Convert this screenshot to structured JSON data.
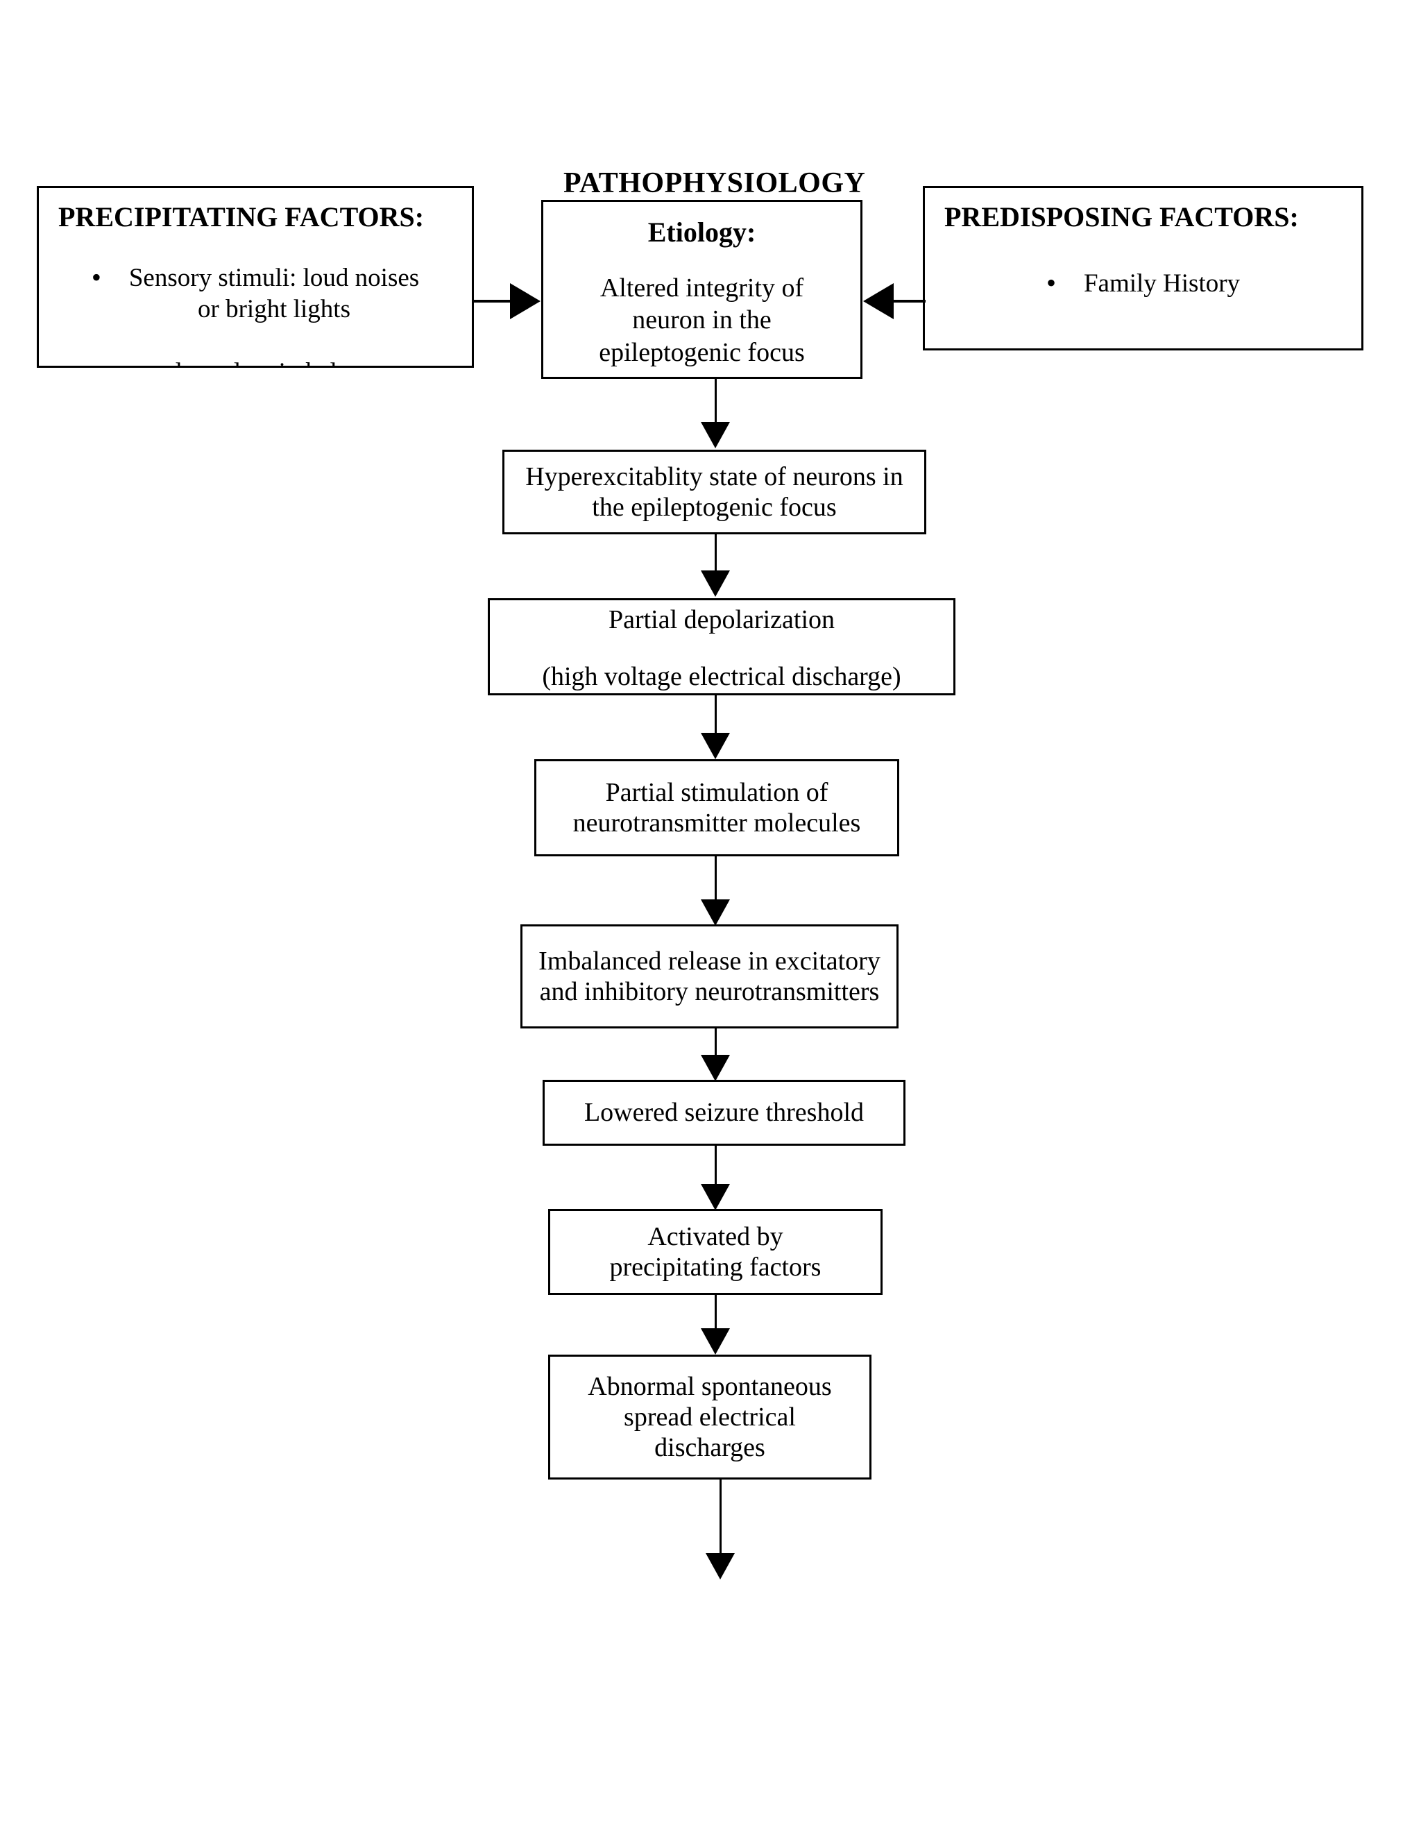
{
  "title": "PATHOPHYSIOLOGY",
  "precipitating": {
    "heading": "PRECIPITATING FACTORS:",
    "items": [
      "Sensory stimuli: loud noises\nor bright lights",
      "electrolyte imbalance"
    ],
    "bullet_glyph": "•"
  },
  "predisposing": {
    "heading": "PREDISPOSING FACTORS:",
    "items": [
      "Family History"
    ],
    "bullet_glyph": "•"
  },
  "etiology": {
    "label": "Etiology:",
    "body": "Altered integrity of\nneuron in the\nepileptogenic focus"
  },
  "flow": [
    {
      "id": "hyperexcitability",
      "text": "Hyperexcitablity state of neurons in\nthe epileptogenic focus"
    },
    {
      "id": "partial-depolarization",
      "line1": "Partial depolarization",
      "line2": "(high voltage electrical discharge)"
    },
    {
      "id": "partial-stimulation",
      "text": "Partial stimulation of\nneurotransmitter molecules"
    },
    {
      "id": "imbalanced-release",
      "text": "Imbalanced release in excitatory\nand inhibitory neurotransmitters"
    },
    {
      "id": "lowered-threshold",
      "text": "Lowered seizure threshold"
    },
    {
      "id": "activated-by-precipitating",
      "text": "Activated by\nprecipitating factors"
    },
    {
      "id": "abnormal-spread",
      "text": "Abnormal spontaneous\nspread electrical\ndischarges"
    }
  ],
  "colors": {
    "stroke": "#000000",
    "background": "#ffffff",
    "text": "#000000"
  }
}
